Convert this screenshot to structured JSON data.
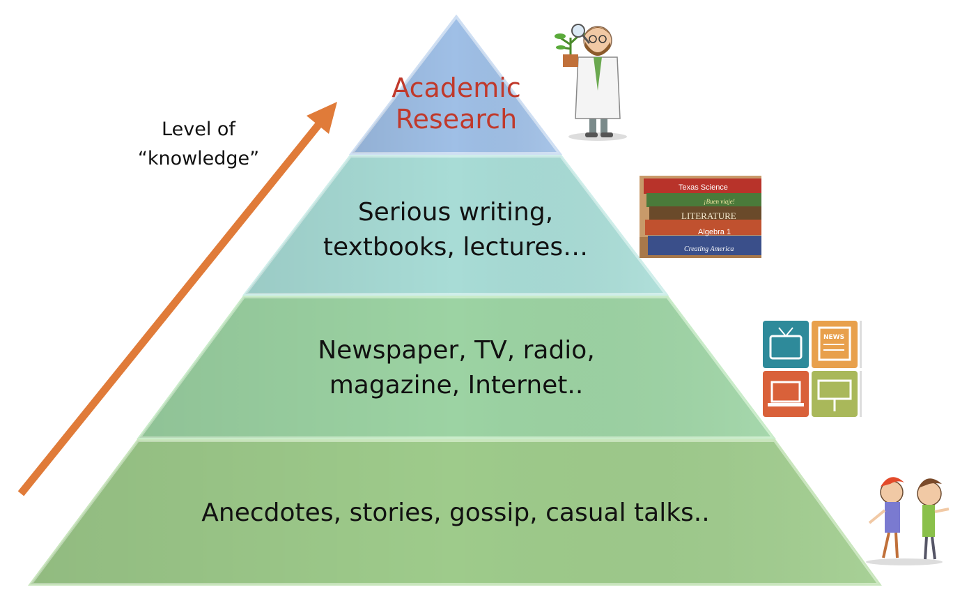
{
  "axis": {
    "line1": "Level of",
    "line2": "“knowledge”",
    "arrow_color": "#e07b39"
  },
  "tiers": [
    {
      "id": "academic-research",
      "lines": [
        "Academic",
        "Research"
      ],
      "text_color": "#c0392b",
      "fill": "#9fbfe6",
      "icon": "scientist-with-plant-icon"
    },
    {
      "id": "serious-writing",
      "lines": [
        "Serious writing,",
        "textbooks, lectures…"
      ],
      "text_color": "#111111",
      "fill": "#a8dcd6",
      "icon": "textbooks-stack-icon"
    },
    {
      "id": "media",
      "lines": [
        "Newspaper, TV, radio,",
        "magazine, Internet.."
      ],
      "text_color": "#111111",
      "fill": "#9cd3a3",
      "icon": "media-icons-grid"
    },
    {
      "id": "anecdotes",
      "lines": [
        "Anecdotes, stories, gossip, casual talks.."
      ],
      "text_color": "#111111",
      "fill": "#9ecb8b",
      "icon": "gossiping-people-icon"
    }
  ],
  "book_titles": [
    "Texas Science",
    "¡Buen viaje!",
    "LITERATURE",
    "Algebra 1",
    "Creating America"
  ],
  "media_icon_colors": [
    "#2e8a9a",
    "#e8a04c",
    "#d9613a",
    "#a9b85a"
  ],
  "media_icon_names": [
    "tv-icon",
    "newspaper-icon",
    "laptop-icon",
    "billboard-icon"
  ],
  "newspaper_label": "NEWS"
}
